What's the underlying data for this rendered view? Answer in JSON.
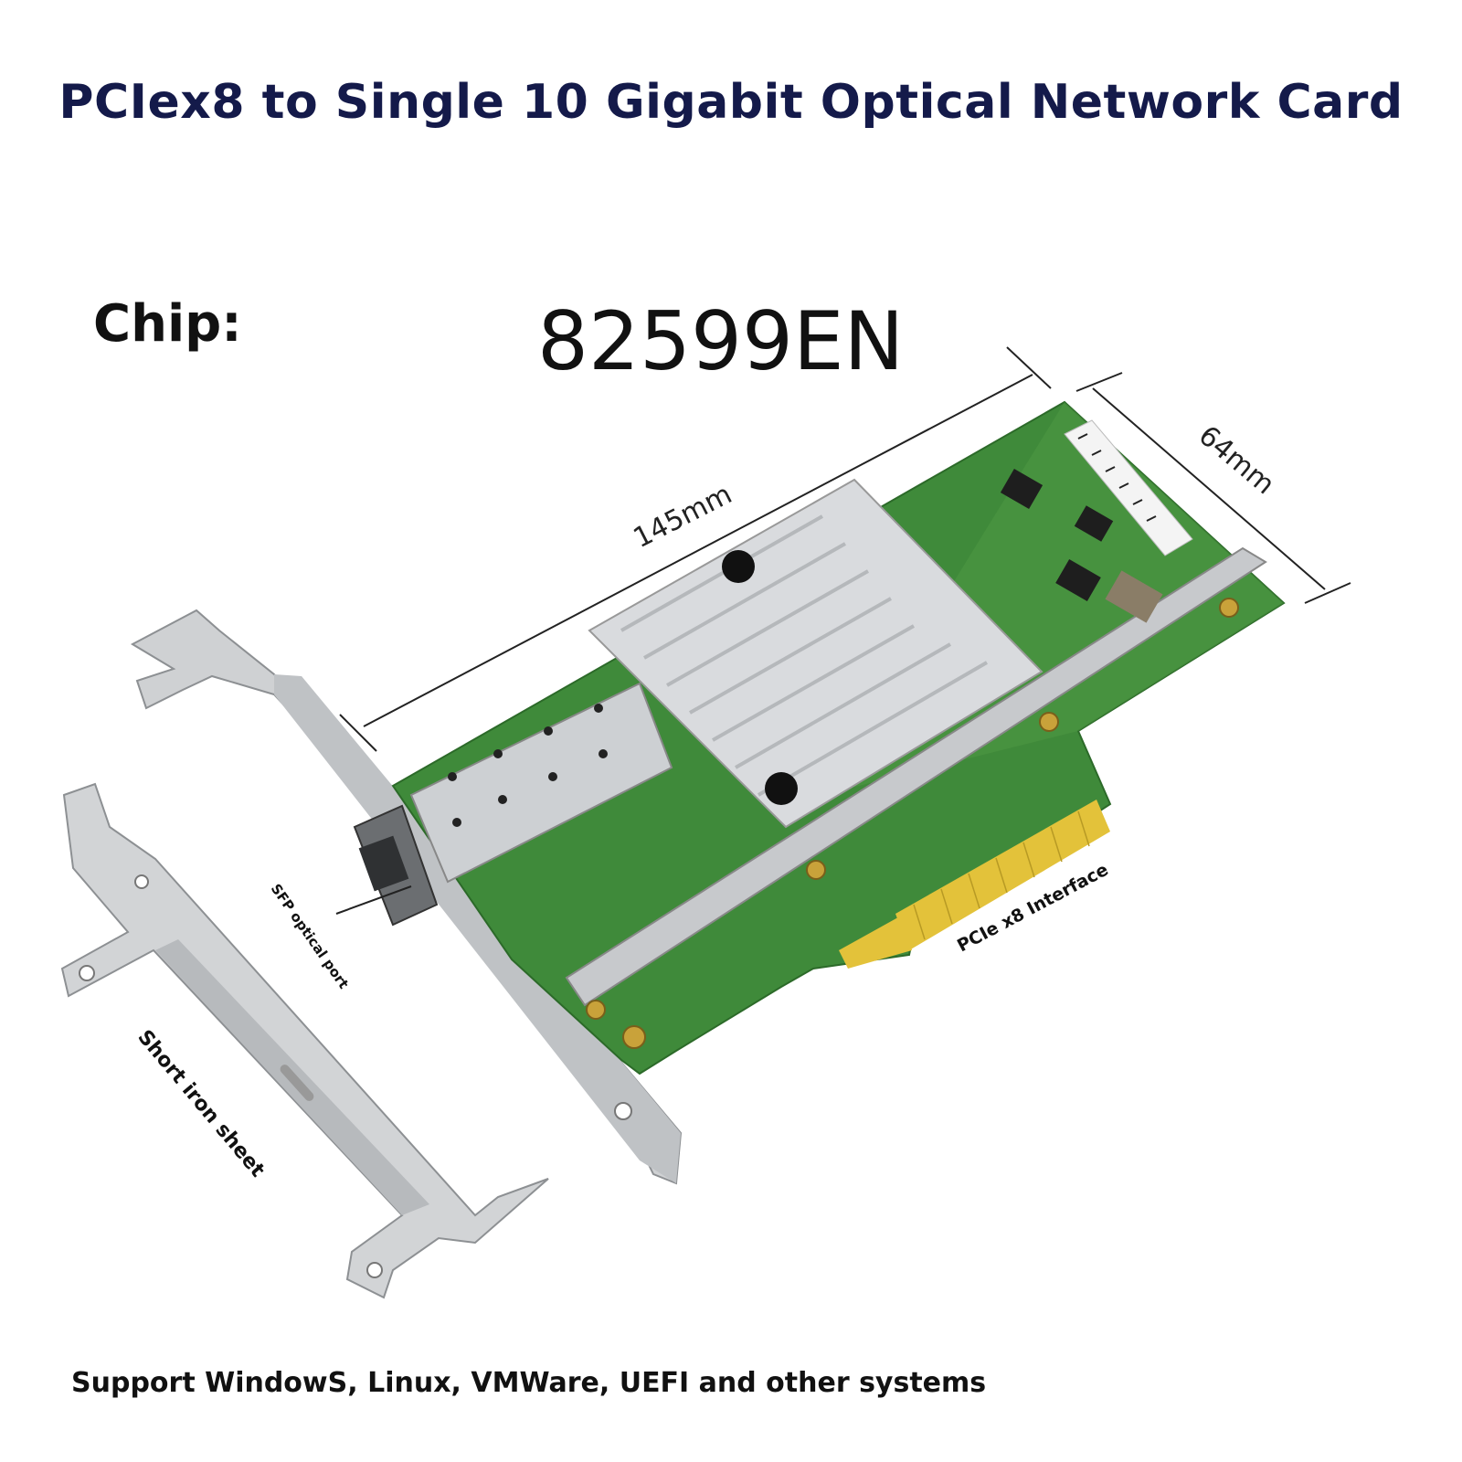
{
  "title": "PCIex8 to Single 10 Gigabit Optical Network Card",
  "chip": {
    "label": "Chip:",
    "value": "82599EN"
  },
  "dimensions": {
    "length": "145mm",
    "width": "64mm"
  },
  "callouts": {
    "sfp_port": "SFP optical port",
    "pcie_interface": "PCIe x8 Interface",
    "short_bracket": "Short iron sheet"
  },
  "footer": "Support WindowS, Linux, VMWare, UEFI and other systems",
  "colors": {
    "title": "#141a4a",
    "pcb": "#3f8a3a",
    "heatsink": "#d9dbde",
    "bracket": "#c9cbcd",
    "gold_fingers": "#e3c23a"
  }
}
